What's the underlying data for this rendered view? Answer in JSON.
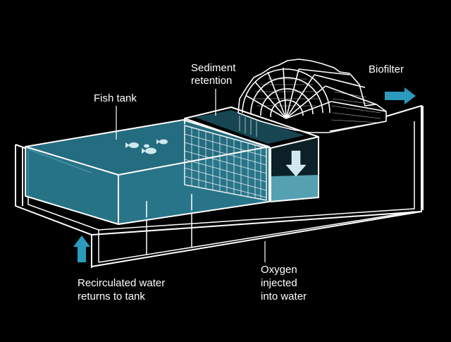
{
  "labels": {
    "fish_tank": "Fish tank",
    "sediment_line1": "Sediment",
    "sediment_line2": "retention",
    "biofilter": "Biofilter",
    "recirculated_line1": "Recirculated water",
    "recirculated_line2": "returns to tank",
    "oxygen_line1": "Oxygen",
    "oxygen_line2": "injected",
    "oxygen_line3": "into water"
  },
  "colors": {
    "background": "#000000",
    "outline": "#ffffff",
    "water_fill": "#2a7f95",
    "water_light": "#5fb3c4",
    "arrow": "#2b9bbd",
    "fish": "#cfe8ef"
  },
  "icons": {
    "arrow_out": "arrow-right-icon",
    "arrow_up": "arrow-up-icon",
    "arrow_down": "arrow-down-icon",
    "fish": "fish-icon"
  }
}
